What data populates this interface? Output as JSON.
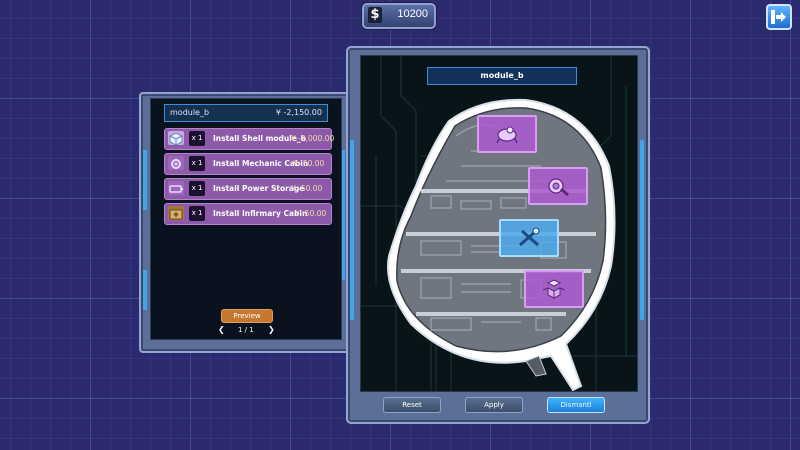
{
  "hud": {
    "currency_symbol": "$",
    "money": "10200"
  },
  "left_panel": {
    "summary_name": "module_b",
    "summary_price": "¥ -2,150.00",
    "steps": [
      {
        "qty": "x 1",
        "label": "Install Shell module_b",
        "cost": "¥ -2,000.00",
        "icon": "box-icon"
      },
      {
        "qty": "x 1",
        "label": "Install Mechanic Cabin",
        "cost": "¥ -50.00",
        "icon": "wrench-icon"
      },
      {
        "qty": "x 1",
        "label": "Install Power Storage",
        "cost": "¥ -50.00",
        "icon": "battery-icon"
      },
      {
        "qty": "x 1",
        "label": "Install Infirmary Cabin",
        "cost": "¥ -50.00",
        "icon": "medkit-icon"
      }
    ],
    "preview_label": "Preview",
    "page_prev": "❮",
    "page_indicator": "1 / 1",
    "page_next": "❯"
  },
  "right_panel": {
    "title": "module_b",
    "cabins": [
      {
        "icon": "satellite-icon",
        "color": "purple"
      },
      {
        "icon": "gear-icon",
        "color": "purple"
      },
      {
        "icon": "tools-icon",
        "color": "blue"
      },
      {
        "icon": "cubes-icon",
        "color": "purple"
      }
    ],
    "buttons": {
      "reset": "Reset",
      "apply": "Apply",
      "dismantle": "Dismantl"
    }
  },
  "colors": {
    "background": "#2c2a6e",
    "step_row": "#8c5aa8",
    "accent_blue": "#3fa6e8",
    "preview": "#c5772f"
  }
}
